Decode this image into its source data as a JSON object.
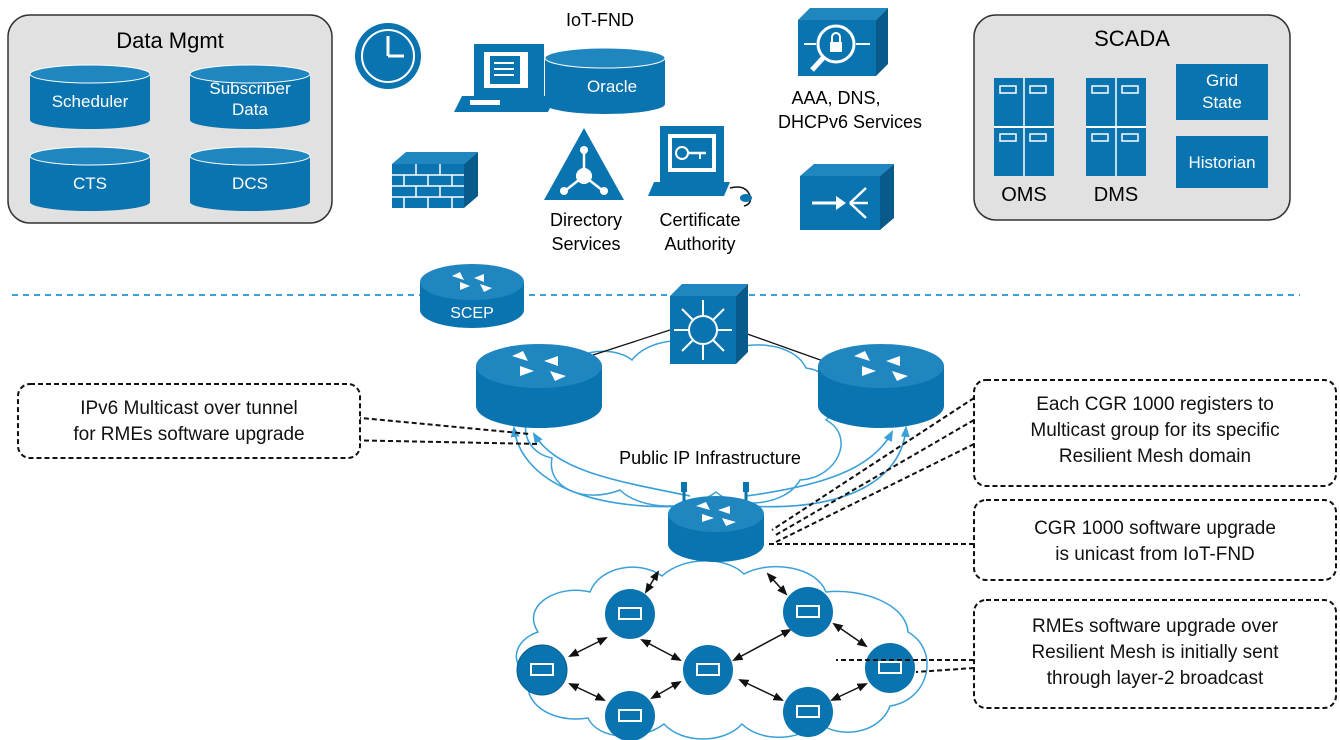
{
  "colors": {
    "cisco_blue": "#0a74b0",
    "cloud_stroke": "#3aa0d8",
    "panel_fill": "#e1e1e1",
    "dash_line": "#3aa0d8"
  },
  "data_mgmt": {
    "title": "Data Mgmt",
    "scheduler": "Scheduler",
    "subscriber_line1": "Subscriber",
    "subscriber_line2": "Data",
    "cts": "CTS",
    "dcs": "DCS"
  },
  "scada": {
    "title": "SCADA",
    "grid_line1": "Grid",
    "grid_line2": "State",
    "historian": "Historian",
    "oms": "OMS",
    "dms": "DMS"
  },
  "iot_fnd": {
    "label": "IoT-FND",
    "oracle": "Oracle"
  },
  "aaa": {
    "line1": "AAA, DNS,",
    "line2": "DHCPv6 Services"
  },
  "directory": {
    "line1": "Directory",
    "line2": "Services"
  },
  "certificate": {
    "line1": "Certificate",
    "line2": "Authority"
  },
  "scep": "SCEP",
  "public_ip": "Public IP Infrastructure",
  "callouts": {
    "ipv6": {
      "line1": "IPv6 Multicast over tunnel",
      "line2": "for RMEs software upgrade"
    },
    "cgr_register": {
      "line1": "Each CGR 1000 registers to",
      "line2": "Multicast group for its specific",
      "line3": "Resilient Mesh domain"
    },
    "cgr_upgrade": {
      "line1": "CGR 1000 software upgrade",
      "line2": "is unicast from IoT-FND"
    },
    "rme_upgrade": {
      "line1": "RMEs software upgrade over",
      "line2": "Resilient Mesh is initially sent",
      "line3": "through layer-2 broadcast"
    }
  },
  "icons": [
    "clock-icon",
    "workstation-icon",
    "database-icon",
    "security-appliance-icon",
    "firewall-icon",
    "directory-icon",
    "certificate-workstation-icon",
    "load-balancer-icon",
    "router-icon",
    "multilayer-switch-icon",
    "meter-icon",
    "server-icon"
  ]
}
